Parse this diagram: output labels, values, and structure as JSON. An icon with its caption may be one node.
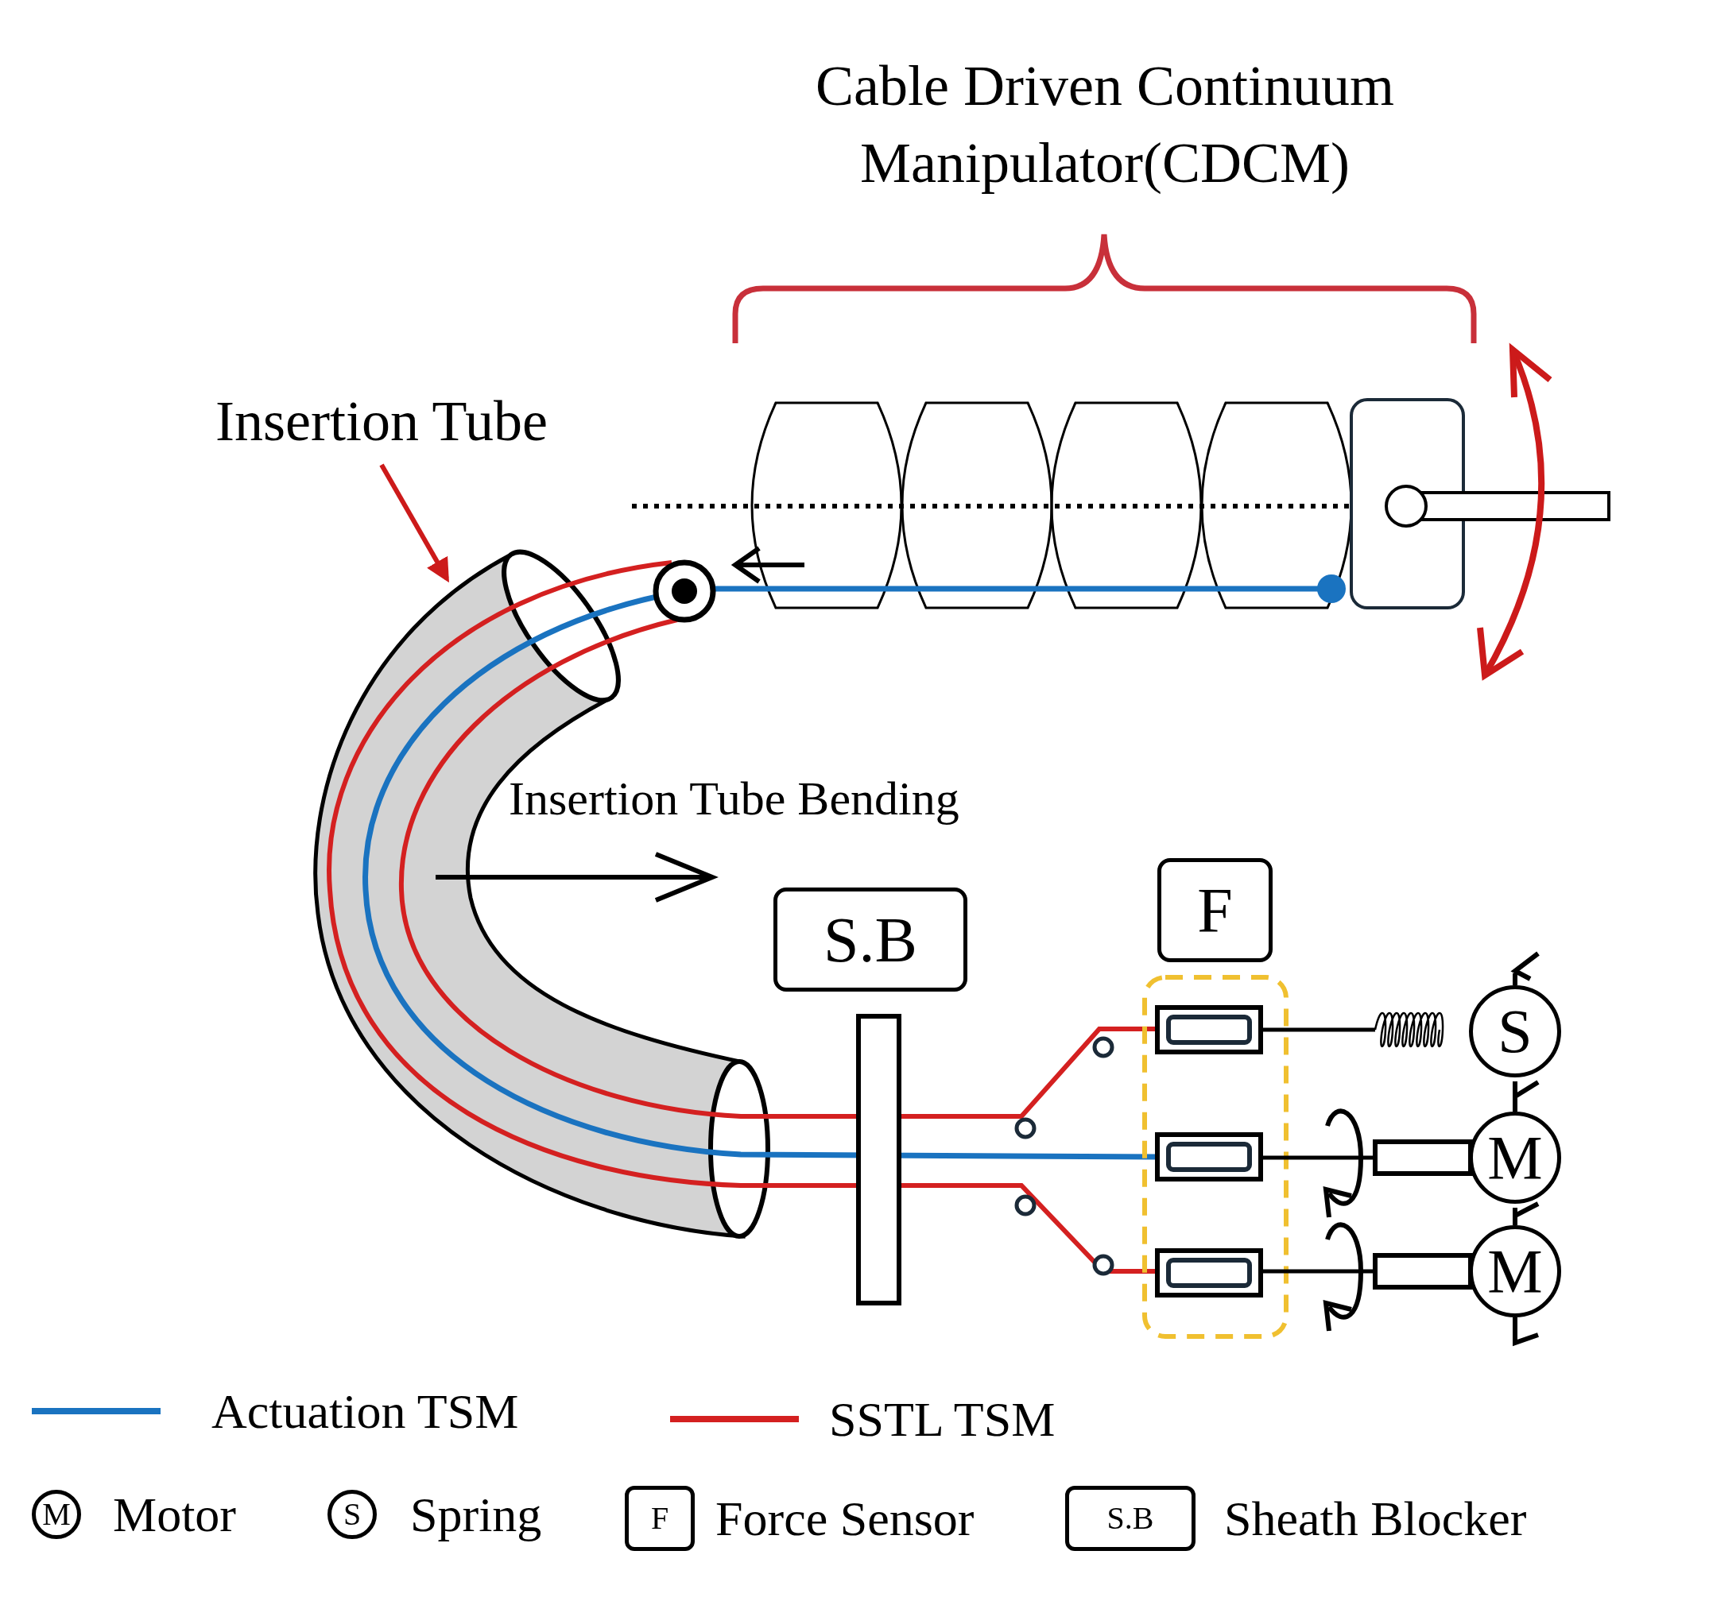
{
  "diagram": {
    "nodes": [
      {
        "text": [
          "Insertion Tube"
        ]
      },
      {
        "text": [],
        "shape": "tube"
      },
      {
        "text": [
          "S.B"
        ]
      },
      {
        "text": [
          "F"
        ]
      },
      {
        "text": [
          "S"
        ]
      },
      {
        "text": [
          "M"
        ]
      },
      {
        "text": [
          "M"
        ]
      }
    ],
    "edges": [
      {
        "from": 0,
        "to": 1,
        "arrow": "to",
        "color": "#cc1a1a"
      },
      {
        "from": 4,
        "to": 5,
        "arrow": "none"
      },
      {
        "from": 5,
        "to": 6,
        "arrow": "none"
      }
    ],
    "labels": [
      "Cable Driven Continuum Manipulator(CDCM)",
      "Insertion Tube Bending",
      "M",
      "S",
      "F",
      "S.B"
    ],
    "legend": [
      {
        "text": "Actuation TSM"
      },
      {
        "text": "SSTL TSM"
      },
      {
        "text": "Motor"
      },
      {
        "text": "Spring"
      },
      {
        "text": "Force Sensor"
      },
      {
        "text": "Sheath Blocker"
      }
    ]
  }
}
